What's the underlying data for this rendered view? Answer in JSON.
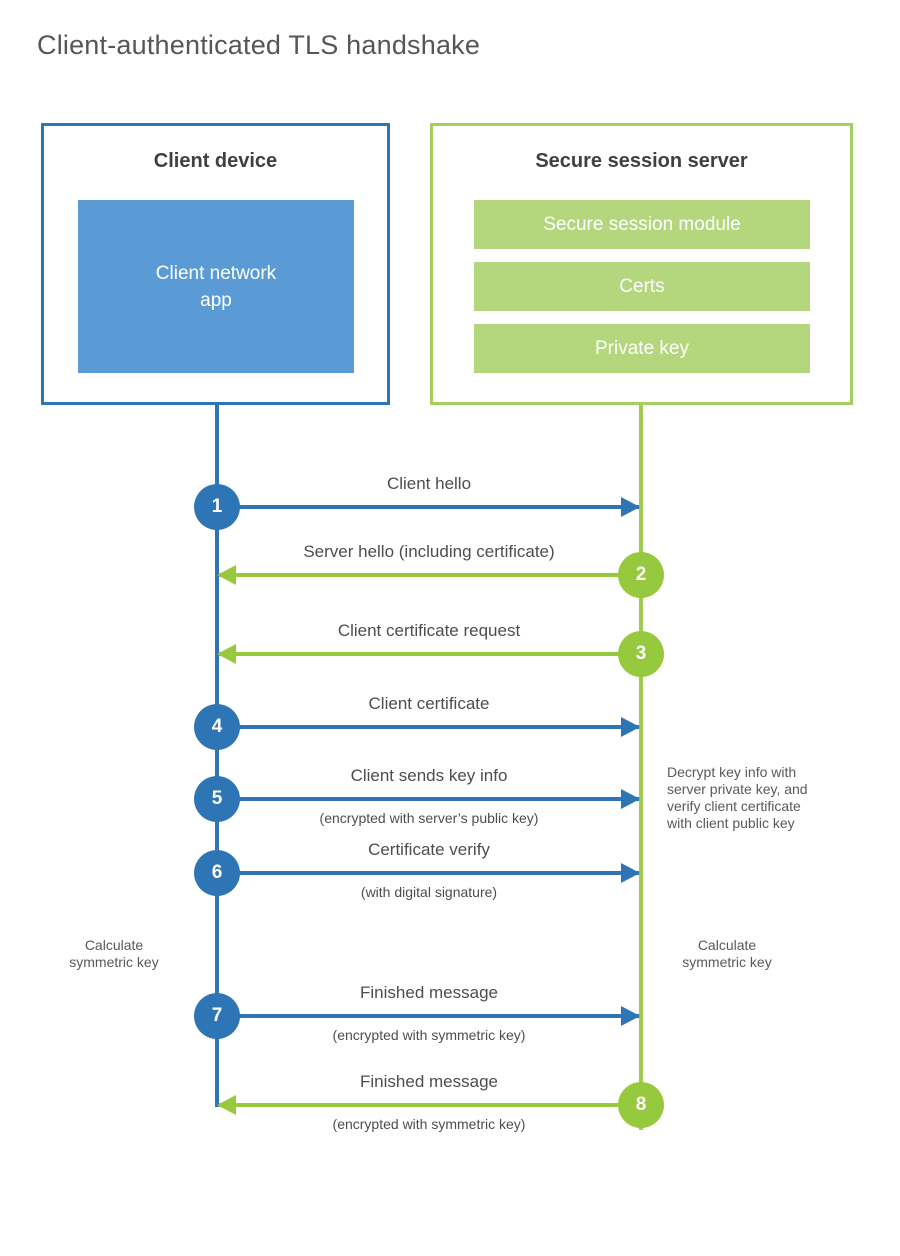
{
  "title": "Client-authenticated TLS handshake",
  "actors": {
    "client": {
      "title": "Client device",
      "module": "Client network app"
    },
    "server": {
      "title": "Secure session server",
      "modules": [
        {
          "label": "Secure session module"
        },
        {
          "label": "Certs"
        },
        {
          "label": "Private key"
        }
      ]
    }
  },
  "messages": [
    {
      "num": "1",
      "label": "Client hello",
      "sub": "",
      "direction": "client-to-server"
    },
    {
      "num": "2",
      "label": "Server hello (including certificate)",
      "sub": "",
      "direction": "server-to-client"
    },
    {
      "num": "3",
      "label": "Client certificate request",
      "sub": "",
      "direction": "server-to-client"
    },
    {
      "num": "4",
      "label": "Client certificate",
      "sub": "",
      "direction": "client-to-server"
    },
    {
      "num": "5",
      "label": "Client sends key info",
      "sub": "(encrypted with server’s public key)",
      "direction": "client-to-server"
    },
    {
      "num": "6",
      "label": "Certificate verify",
      "sub": "(with digital signature)",
      "direction": "client-to-server"
    },
    {
      "num": "7",
      "label": "Finished message",
      "sub": "(encrypted with symmetric key)",
      "direction": "client-to-server"
    },
    {
      "num": "8",
      "label": "Finished message",
      "sub": "(encrypted with symmetric key)",
      "direction": "server-to-client"
    }
  ],
  "notes": {
    "decrypt": "Decrypt key info with server private key, and verify client certificate with client public key",
    "calc_left": "Calculate symmetric key",
    "calc_right": "Calculate symmetric key"
  },
  "colors": {
    "client_accent": "#2e75b6",
    "client_fill": "#5b9bd5",
    "server_border": "#a5ce61",
    "server_fill": "#b4d77e",
    "server_accent": "#97c93f",
    "text": "#4c4d50"
  }
}
